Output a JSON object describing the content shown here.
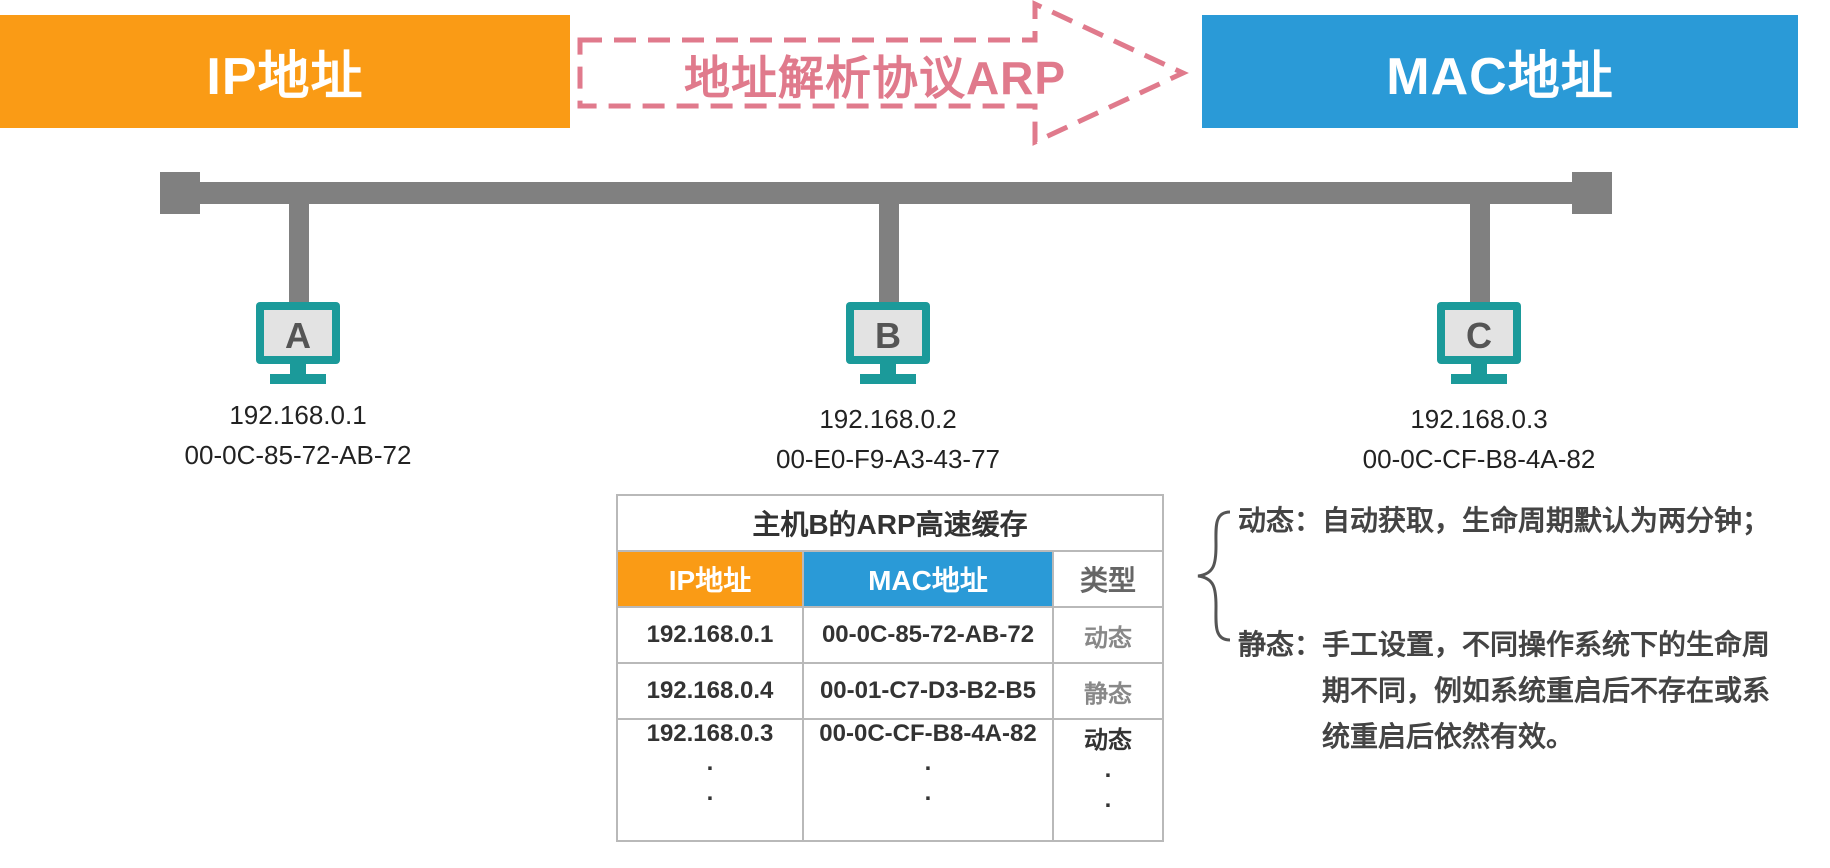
{
  "header": {
    "ip_label": "IP地址",
    "arp_label": "地址解析协议ARP",
    "mac_label": "MAC地址"
  },
  "hosts": [
    {
      "letter": "A",
      "ip": "192.168.0.1",
      "mac": "00-0C-85-72-AB-72"
    },
    {
      "letter": "B",
      "ip": "192.168.0.2",
      "mac": "00-E0-F9-A3-43-77"
    },
    {
      "letter": "C",
      "ip": "192.168.0.3",
      "mac": "00-0C-CF-B8-4A-82"
    }
  ],
  "cache": {
    "title": "主机B的ARP高速缓存",
    "columns": [
      "IP地址",
      "MAC地址",
      "类型"
    ],
    "rows": [
      {
        "ip": "192.168.0.1",
        "mac": "00-0C-85-72-AB-72",
        "type": "动态"
      },
      {
        "ip": "192.168.0.4",
        "mac": "00-01-C7-D3-B2-B5",
        "type": "静态"
      },
      {
        "ip": "192.168.0.3",
        "mac": "00-0C-CF-B8-4A-82",
        "type": "动态"
      }
    ],
    "dot": "."
  },
  "notes": {
    "dynamic_label": "动态：",
    "dynamic_text": "自动获取，生命周期默认为两分钟；",
    "static_label": "静态：",
    "static_line1": "手工设置，不同操作系统下的生命周",
    "static_line2": "期不同，例如系统重启后不存在或系",
    "static_line3": "统重启后依然有效。"
  },
  "colors": {
    "orange": "#fa9b15",
    "blue": "#2a9ad7",
    "pink_dashed": "#e07a8c",
    "teal_monitor": "#1b9a9a",
    "bus_gray": "#808080"
  },
  "icons": [
    "monitor-icon",
    "dashed-arrow-icon",
    "brace-icon"
  ]
}
